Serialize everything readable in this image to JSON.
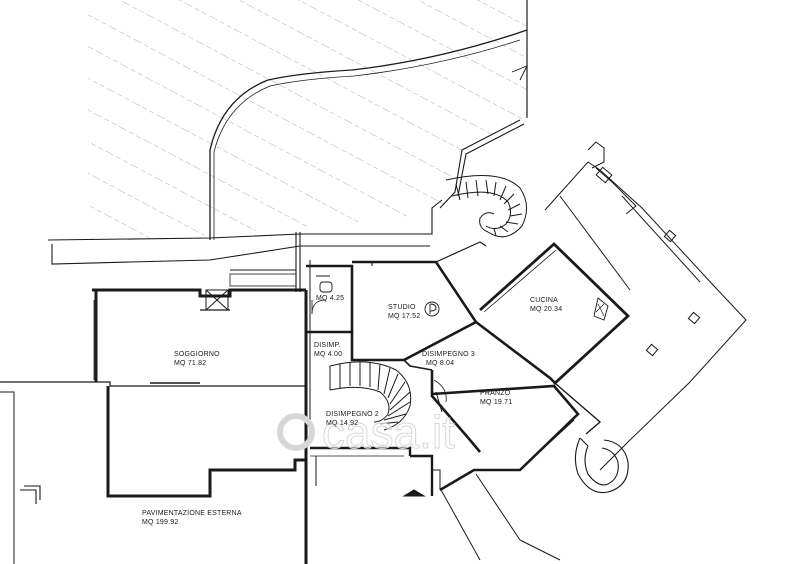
{
  "rooms": {
    "soggiorno": {
      "name": "SOGGIORNO",
      "area": "MQ  71.82"
    },
    "bagno": {
      "name": "",
      "area": "MQ  4.25"
    },
    "studio": {
      "name": "STUDIO",
      "area": "MQ  17.52"
    },
    "cucina": {
      "name": "CUCINA",
      "area": "MQ  20.34"
    },
    "disimp": {
      "name": "DISIMP.",
      "area": "MQ  4.00"
    },
    "disimpegno3": {
      "name": "DISIMPEGNO 3",
      "area": "MQ  8.04"
    },
    "pranzo": {
      "name": "PRANZO",
      "area": "MQ  19.71"
    },
    "disimpegno2": {
      "name": "DISIMPEGNO 2",
      "area": "MQ  14.92"
    },
    "esterna": {
      "name": "PAVIMENTAZIONE  ESTERNA",
      "area": "MQ  199.92"
    }
  },
  "watermark": "casa.it",
  "colors": {
    "line": "#1a1a1a",
    "hatch": "#9a9a9a",
    "watermark": "#d7d7d7"
  }
}
